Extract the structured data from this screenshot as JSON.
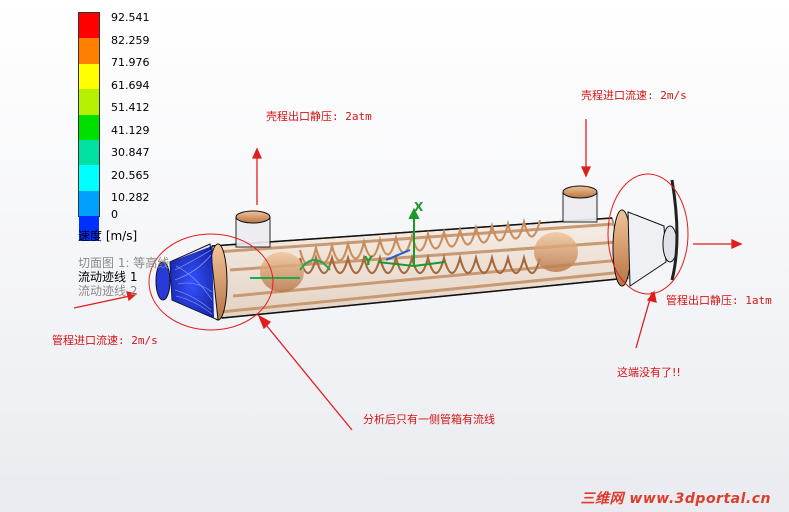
{
  "legend": {
    "title": "速度 [m/s]",
    "ticks": [
      "92.541",
      "82.259",
      "71.976",
      "61.694",
      "51.412",
      "41.129",
      "30.847",
      "20.565",
      "10.282",
      "0"
    ],
    "colors": [
      "#ff0000",
      "#ff8000",
      "#ffff00",
      "#b4f000",
      "#00e000",
      "#00e0a0",
      "#00ffff",
      "#00a0ff",
      "#0030ff"
    ]
  },
  "plot_items": [
    "切面图 1: 等高线",
    "流动迹线 1",
    "流动迹线 2"
  ],
  "annotations": {
    "shell_outlet": "壳程出口静压: 2atm",
    "shell_inlet": "壳程进口流速: 2m/s",
    "tube_inlet": "管程进口流速: 2m/s",
    "tube_outlet": "管程出口静压: 1atm",
    "end_missing": "这端没有了!!",
    "analysis_note": "分析后只有一侧管箱有流线"
  },
  "axes": {
    "x": "X",
    "y": "Y"
  },
  "watermark": "三维网 www.3dportal.cn"
}
